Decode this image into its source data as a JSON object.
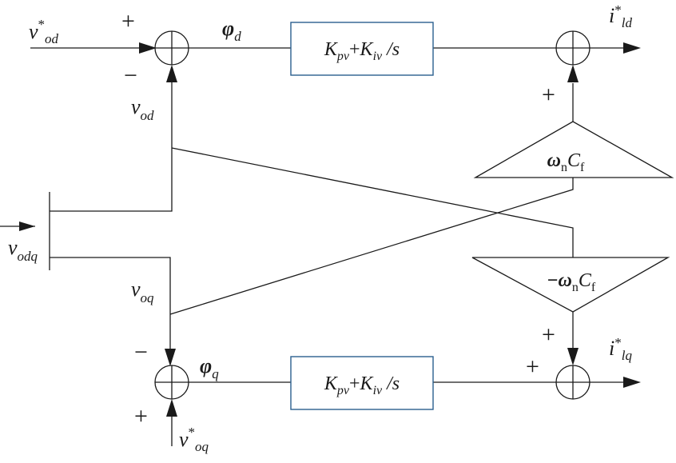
{
  "signals": {
    "v_od_ref": {
      "base": "v",
      "sup": "*",
      "sub": "od"
    },
    "v_od": {
      "base": "v",
      "sub": "od"
    },
    "v_odq": {
      "base": "v",
      "sub": "odq"
    },
    "v_oq": {
      "base": "v",
      "sub": "oq"
    },
    "v_oq_ref": {
      "base": "v",
      "sup": "*",
      "sub": "oq"
    },
    "phi_d": {
      "base": "φ",
      "sub": "d"
    },
    "phi_q": {
      "base": "φ",
      "sub": "q"
    },
    "i_ld_ref": {
      "base": "i",
      "sup": "*",
      "sub": "ld"
    },
    "i_lq_ref": {
      "base": "i",
      "sup": "*",
      "sub": "lq"
    }
  },
  "blocks": {
    "pi_d": {
      "k1": "K",
      "k1_sub": "pv",
      "plus": "+",
      "k2": "K",
      "k2_sub": "iv",
      "tail": " /s"
    },
    "pi_q": {
      "k1": "K",
      "k1_sub": "pv",
      "plus": "+",
      "k2": "K",
      "k2_sub": "iv",
      "tail": " /s"
    },
    "gain_top": {
      "prefix": "",
      "omega": "ω",
      "omega_sub": "n",
      "c": "C",
      "c_sub": "f"
    },
    "gain_bottom": {
      "prefix": "−",
      "omega": "ω",
      "omega_sub": "n",
      "c": "C",
      "c_sub": "f"
    }
  },
  "signs": {
    "sum_d_ref": "+",
    "sum_d_fb": "−",
    "sum_ld_cross": "+",
    "sum_q_fb": "−",
    "sum_q_ref": "+",
    "sum_lq_cross": "+",
    "sum_lq_main": "+"
  }
}
